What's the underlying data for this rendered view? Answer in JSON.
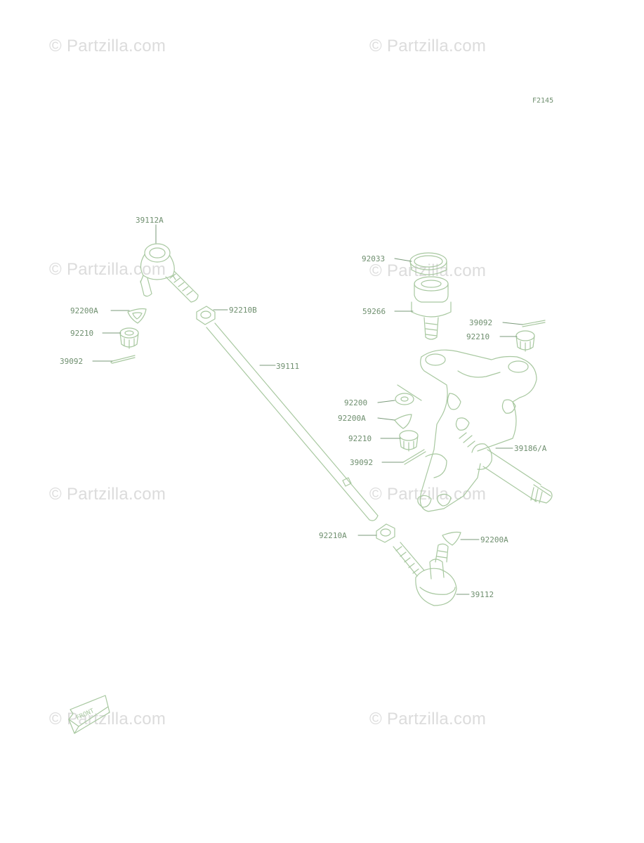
{
  "figure_code": "F2145",
  "watermark": "© Partzilla.com",
  "front_label": "FRONT",
  "colors": {
    "line": "#a8c8a0",
    "text": "#6f8f6f",
    "watermark": "#dcdcdc"
  },
  "labels": {
    "p39112A": "39112A",
    "p92200A_left": "92200A",
    "p92210_left": "92210",
    "p39092_left": "39092",
    "p92210B": "92210B",
    "p39111": "39111",
    "p92033": "92033",
    "p59266": "59266",
    "p39092_right": "39092",
    "p92210_right": "92210",
    "p92200": "92200",
    "p92200A_mid": "92200A",
    "p92210_mid": "92210",
    "p39092_mid": "39092",
    "p39186A": "39186/A",
    "p92210A": "92210A",
    "p92200A_right": "92200A",
    "p39112": "39112"
  }
}
